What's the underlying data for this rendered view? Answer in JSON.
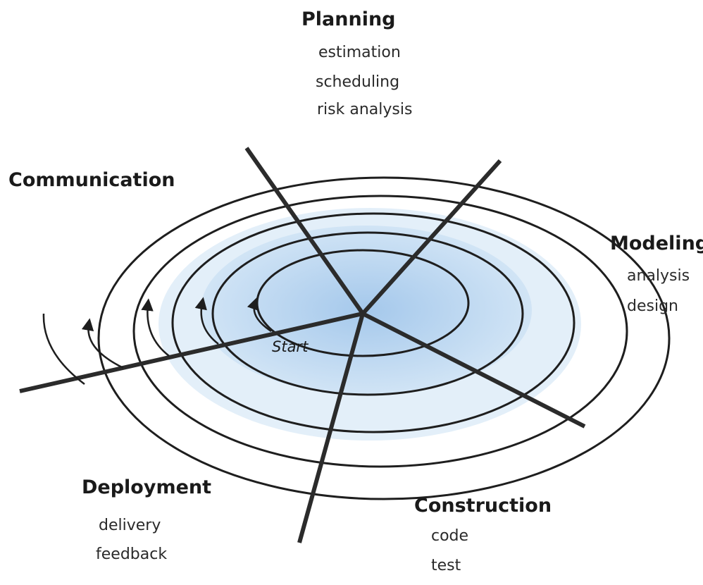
{
  "diagram": {
    "colors": {
      "ring_stroke": "#1e1e1e",
      "axis_stroke": "#2b2b2b",
      "inner_fill_outer": "#cfe3f5",
      "inner_fill_inner": "#9ec4ea"
    },
    "phases": {
      "planning": {
        "title": "Planning",
        "tasks": [
          "estimation",
          "scheduling",
          "risk analysis"
        ]
      },
      "communication": {
        "title": "Communication"
      },
      "modeling": {
        "title": "Modeling",
        "tasks": [
          "analysis",
          "design"
        ]
      },
      "deployment": {
        "title": "Deployment",
        "tasks": [
          "delivery",
          "feedback"
        ]
      },
      "construction": {
        "title": "Construction",
        "tasks": [
          "code",
          "test"
        ]
      }
    },
    "start_label": "Start"
  }
}
